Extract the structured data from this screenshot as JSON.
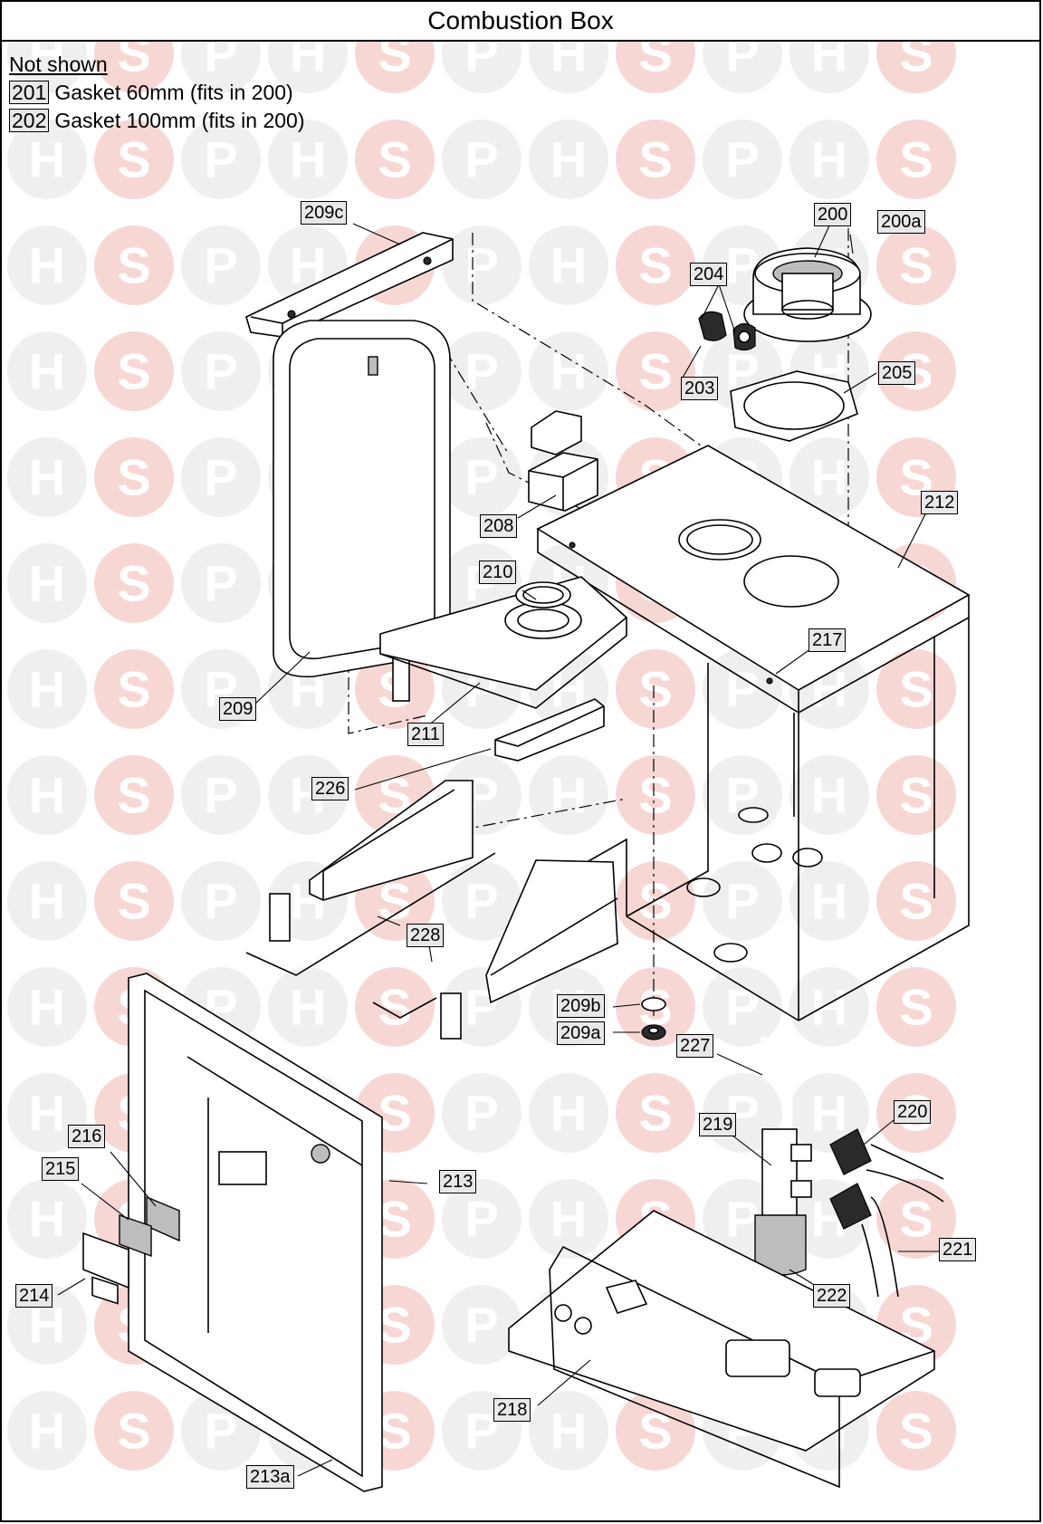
{
  "title": "Combustion Box",
  "notes": {
    "heading": "Not shown",
    "items": [
      {
        "ref": "201",
        "text": "Gasket 60mm (fits in 200)"
      },
      {
        "ref": "202",
        "text": "Gasket 100mm (fits in 200)"
      }
    ]
  },
  "watermark": {
    "letters": [
      "H",
      "S",
      "P"
    ],
    "color": "#e88b85"
  },
  "callouts": {
    "c200": "200",
    "c200a": "200a",
    "c203": "203",
    "c204": "204",
    "c205": "205",
    "c208": "208",
    "c209": "209",
    "c209a": "209a",
    "c209b": "209b",
    "c209c": "209c",
    "c210": "210",
    "c211": "211",
    "c212": "212",
    "c213": "213",
    "c213a": "213a",
    "c214": "214",
    "c215": "215",
    "c216": "216",
    "c217": "217",
    "c218": "218",
    "c219": "219",
    "c220": "220",
    "c221": "221",
    "c222": "222",
    "c226": "226",
    "c227": "227",
    "c228": "228"
  }
}
